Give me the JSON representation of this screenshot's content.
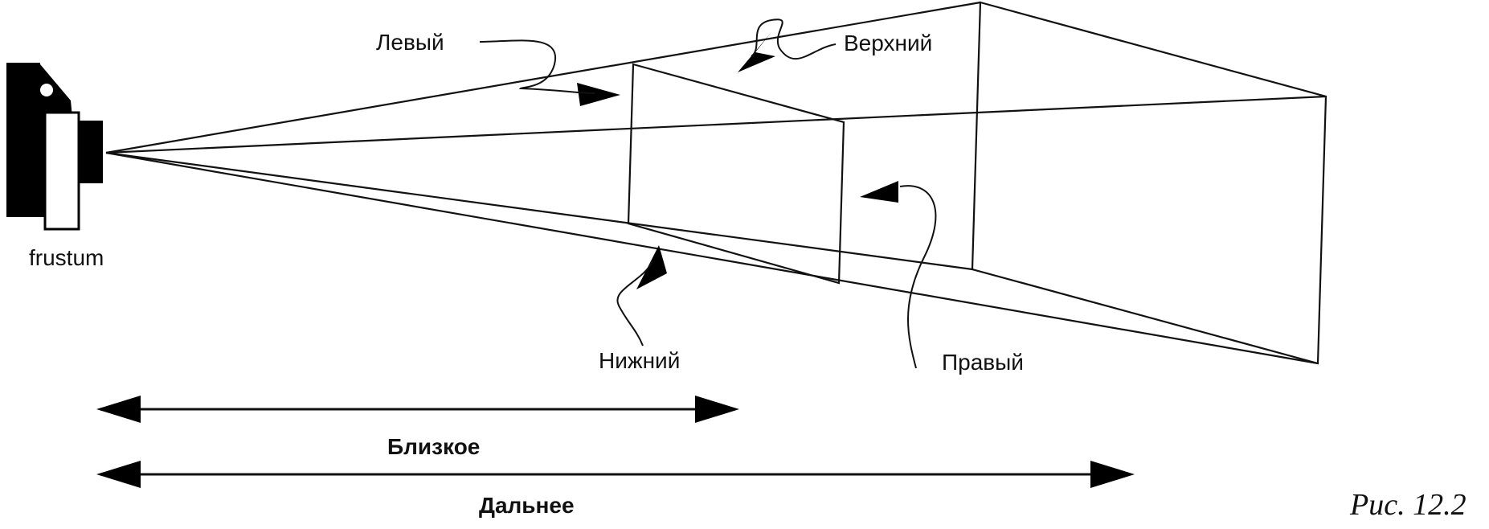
{
  "labels": {
    "camera": "frustum",
    "left": "Левый",
    "top": "Верхний",
    "bottom": "Нижний",
    "right": "Правый",
    "near": "Близкое",
    "far": "Дальнее",
    "caption": "Рис. 12.2"
  },
  "icons": {
    "camera": "camera-icon"
  },
  "colors": {
    "ink": "#111111",
    "background": "#ffffff"
  }
}
